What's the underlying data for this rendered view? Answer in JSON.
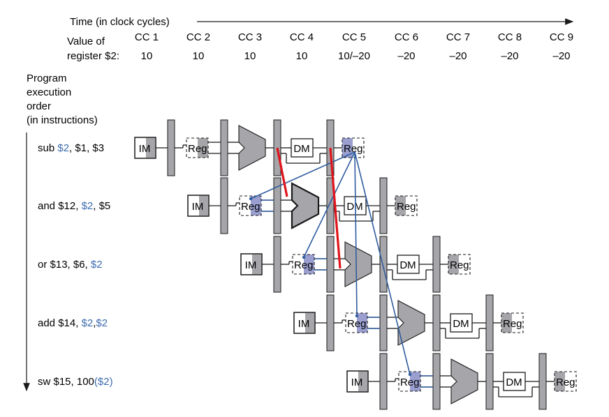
{
  "header": {
    "time_label": "Time (in clock cycles)",
    "value_label_line1": "Value of",
    "value_label_line2": "register $2:",
    "cycles": [
      "CC 1",
      "CC 2",
      "CC 3",
      "CC 4",
      "CC 5",
      "CC 6",
      "CC 7",
      "CC 8",
      "CC 9"
    ],
    "values": [
      "10",
      "10",
      "10",
      "10",
      "10/–20",
      "–20",
      "–20",
      "–20",
      "–20"
    ]
  },
  "order_label": [
    "Program",
    "execution",
    "order",
    "(in instructions)"
  ],
  "instructions": [
    {
      "parts": [
        {
          "text": "sub ",
          "hl": false
        },
        {
          "text": "$2",
          "hl": true
        },
        {
          "text": ", $1, $3",
          "hl": false
        }
      ]
    },
    {
      "parts": [
        {
          "text": "and $12, ",
          "hl": false
        },
        {
          "text": "$2",
          "hl": true
        },
        {
          "text": ", $5",
          "hl": false
        }
      ]
    },
    {
      "parts": [
        {
          "text": "or $13, $6, ",
          "hl": false
        },
        {
          "text": "$2",
          "hl": true
        }
      ]
    },
    {
      "parts": [
        {
          "text": "add $14, ",
          "hl": false
        },
        {
          "text": "$2",
          "hl": true
        },
        {
          "text": ",",
          "hl": false
        },
        {
          "text": "$2",
          "hl": true
        }
      ]
    },
    {
      "parts": [
        {
          "text": "sw $15, 100",
          "hl": false
        },
        {
          "text": "($2)",
          "hl": true
        }
      ]
    }
  ],
  "stage_labels": {
    "im": "IM",
    "reg": "Reg",
    "dm": "DM"
  },
  "colors": {
    "stage_gray": "#a6a6aa",
    "reg_highlight": "#9a9fd0",
    "dependency_line": "#2f5c9e",
    "forwarding_line": "#e0141b",
    "register_text": "#3d6cae"
  }
}
